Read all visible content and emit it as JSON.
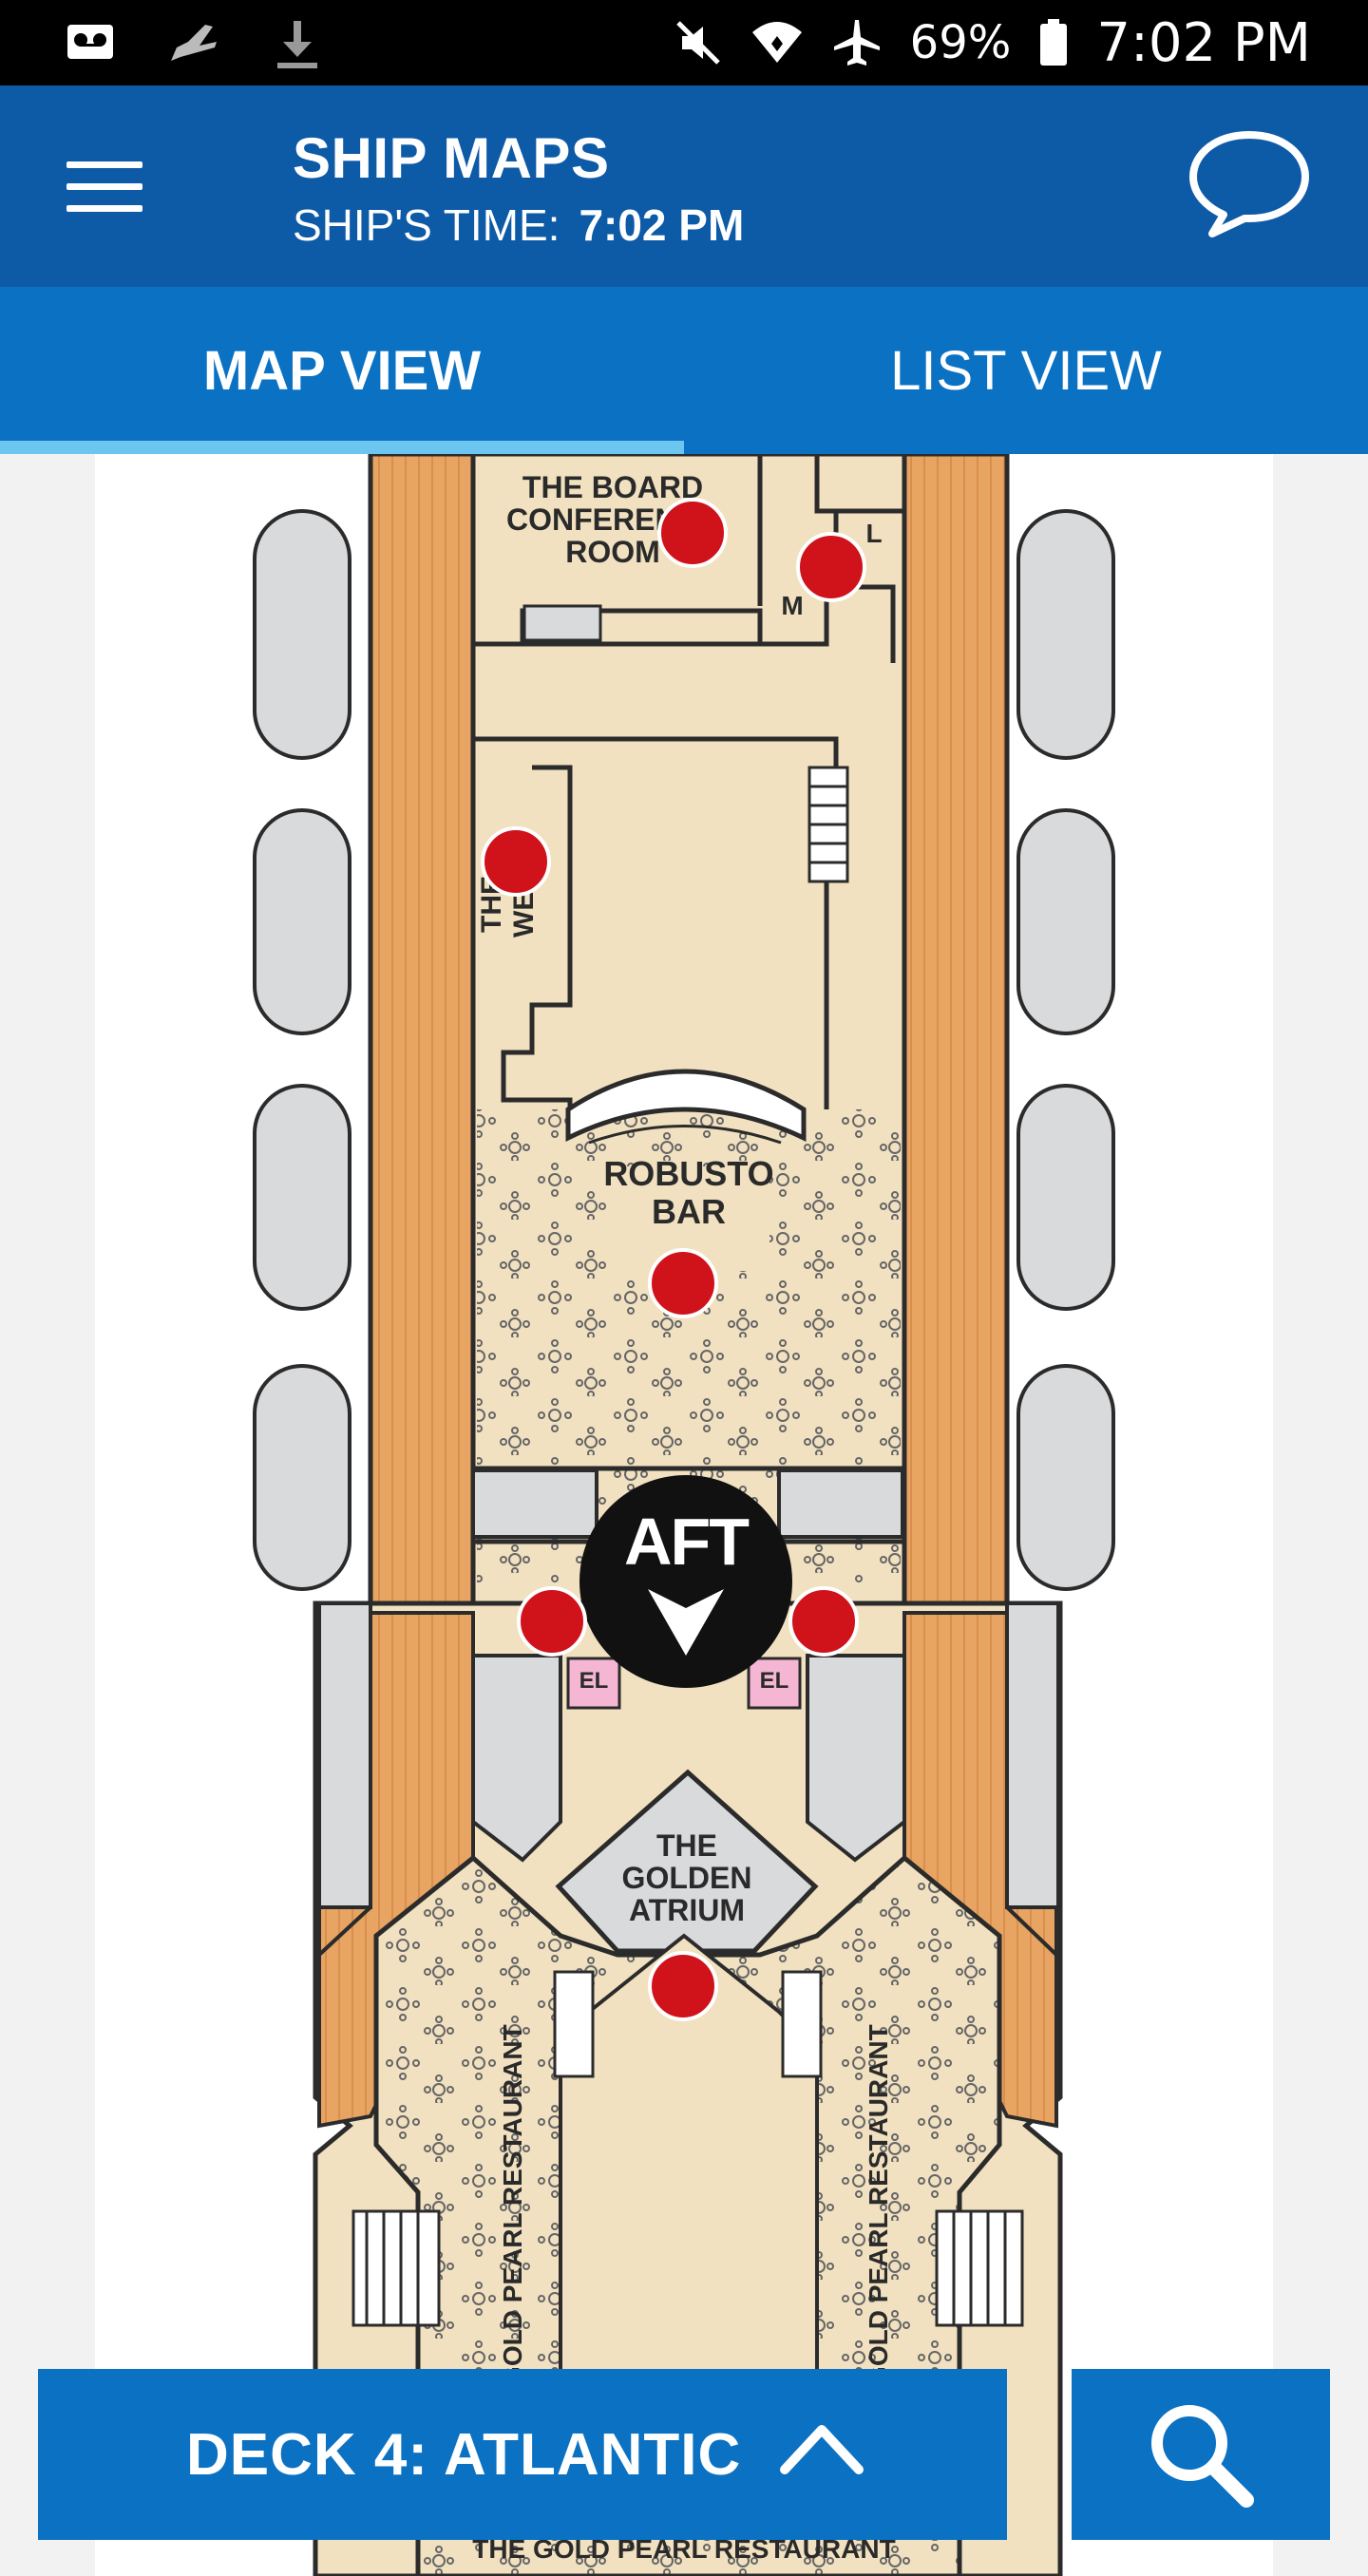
{
  "status_bar": {
    "battery": "69%",
    "time": "7:02 PM",
    "icons": [
      "voicemail-icon",
      "airplane-takeoff-icon",
      "download-icon",
      "mute-icon",
      "wifi-icon",
      "airplane-mode-icon",
      "battery-icon"
    ]
  },
  "header": {
    "title": "SHIP MAPS",
    "ship_time_label": "SHIP'S TIME:",
    "ship_time_value": "7:02 PM"
  },
  "tabs": [
    {
      "label": "MAP VIEW",
      "active": true
    },
    {
      "label": "LIST VIEW",
      "active": false
    }
  ],
  "map": {
    "labels": {
      "board_room": "THE BOARD\nCONFERENCE\nROOM",
      "robusto_bar": "ROBUSTO\nBAR",
      "aft": "AFT",
      "golden_atrium": "THE\nGOLDEN\nATRIUM",
      "gold_pearl_left": "THE GOLD PEARL RESTAURANT",
      "gold_pearl_right": "THE GOLD PEARL RESTAURANT",
      "gold_pearl_bottom": "THE GOLD PEARL RESTAURANT",
      "the_web": "THE WEB",
      "el_left": "EL",
      "el_right": "EL",
      "m_room": "M",
      "l_room": "L"
    },
    "colors": {
      "deck_wood": "#e8a463",
      "floor": "#f1e1c0",
      "wall": "#2b2b2b",
      "lifeboat": "#d9dadc",
      "marker": "#d0121b",
      "elevator": "#f4b6d2"
    }
  },
  "deck_selector": {
    "label": "DECK 4: ATLANTIC"
  },
  "search_button": {
    "icon": "search-icon"
  }
}
